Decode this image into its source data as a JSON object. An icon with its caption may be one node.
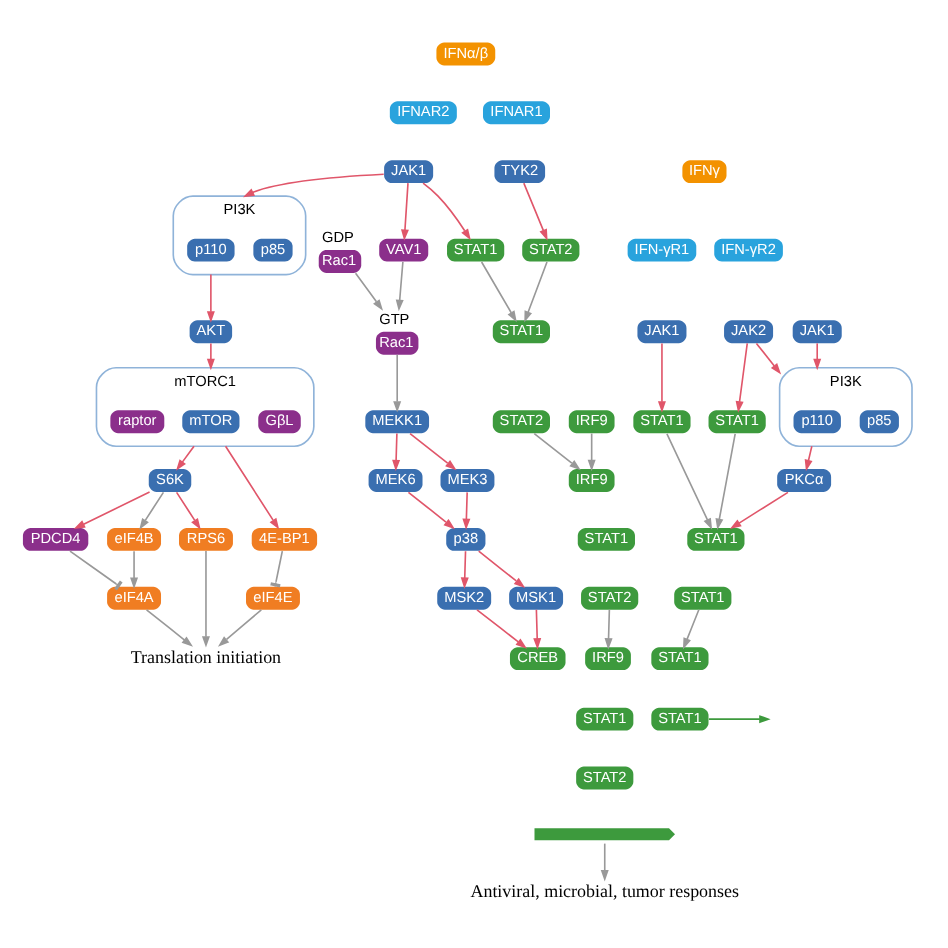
{
  "diagram": {
    "nodes": [
      {
        "text": [
          "IFNα/β"
        ]
      },
      {
        "text": [
          "IFNAR2"
        ]
      },
      {
        "text": [
          "IFNAR1"
        ]
      },
      {
        "text": [
          "IFNγ"
        ]
      },
      {
        "text": [
          "IFN-γR1"
        ]
      },
      {
        "text": [
          "IFN-γR2"
        ]
      },
      {
        "text": [
          "JAK1"
        ]
      },
      {
        "text": [
          "TYK2"
        ]
      },
      {
        "text": [
          "JAK1"
        ]
      },
      {
        "text": [
          "JAK2"
        ]
      },
      {
        "text": [
          "STAT1"
        ]
      },
      {
        "text": [
          "STAT2"
        ]
      },
      {
        "text": [
          "STAT1"
        ]
      },
      {
        "text": [
          "STAT1"
        ]
      },
      {
        "text": [
          "PI3K"
        ]
      },
      {
        "text": [
          "p85"
        ],
        "in": 14
      },
      {
        "text": [
          "p110"
        ],
        "in": 14
      },
      {
        "text": [
          "AKT"
        ]
      },
      {
        "text": [
          "mTORC1"
        ]
      },
      {
        "text": [
          "GβL"
        ],
        "in": 18
      },
      {
        "text": [
          "mTOR"
        ],
        "in": 18
      },
      {
        "text": [
          "raptor"
        ],
        "in": 18
      },
      {
        "text": [
          "VAV1"
        ]
      },
      {
        "text": [
          "STAT1"
        ]
      },
      {
        "text": [
          "STAT2"
        ]
      },
      {
        "text": [
          "IRF9"
        ]
      },
      {
        "text": [
          "JAK1"
        ]
      },
      {
        "text": [
          "PI3K"
        ]
      },
      {
        "text": [
          "p85"
        ],
        "in": 27
      },
      {
        "text": [
          "p110"
        ],
        "in": 27
      },
      {
        "text": [
          "PKCα"
        ]
      },
      {
        "text": [
          "4E-BP1"
        ]
      },
      {
        "text": [
          "S6K"
        ]
      },
      {
        "text": [
          "PDCD4"
        ]
      },
      {
        "text": [
          "eIF4B"
        ]
      },
      {
        "text": [
          "RPS6"
        ]
      },
      {
        "text": [
          "eIF4E"
        ]
      },
      {
        "text": [
          "eIF4A"
        ]
      },
      {
        "text": [
          "Rac1"
        ],
        "beside": [
          "GDP"
        ]
      },
      {
        "text": [
          "Rac1"
        ],
        "beside": [
          "GTP"
        ]
      },
      {
        "text": [
          "MEKK1"
        ]
      },
      {
        "text": [
          "MEK3"
        ]
      },
      {
        "text": [
          "MEK6"
        ]
      },
      {
        "text": [
          "p38"
        ]
      },
      {
        "text": [
          "MSK1"
        ]
      },
      {
        "text": [
          "MSK2"
        ]
      },
      {
        "text": [
          "STAT1"
        ]
      },
      {
        "text": [
          "STAT1"
        ]
      },
      {
        "text": [
          "IRF9"
        ]
      },
      {
        "text": [
          "STAT1"
        ]
      },
      {
        "text": [
          "STAT2"
        ]
      },
      {
        "text": [
          "IRF9"
        ]
      },
      {
        "text": [
          "STAT1"
        ]
      },
      {
        "text": [
          "STAT2"
        ]
      },
      {
        "text": [
          "STAT1"
        ]
      },
      {
        "text": [
          "STAT1"
        ]
      },
      {
        "text": [
          "CREB"
        ]
      },
      {
        "text": [
          "Translation initiation"
        ]
      },
      {
        "text": [
          "Antiviral, microbial, tumor responses"
        ]
      },
      {
        "text": [],
        "shape": "helix"
      }
    ],
    "edges": [
      {
        "from": 6,
        "to": 10,
        "arrow": "to"
      },
      {
        "from": 7,
        "to": 11,
        "arrow": "to"
      },
      {
        "from": 8,
        "to": 12,
        "arrow": "to"
      },
      {
        "from": 9,
        "to": 13,
        "arrow": "to"
      },
      {
        "from": 6,
        "to": 14,
        "arrow": "to"
      },
      {
        "from": 6,
        "to": 22,
        "arrow": "to"
      },
      {
        "from": 14,
        "to": 17,
        "arrow": "to"
      },
      {
        "from": 17,
        "to": 18,
        "arrow": "to"
      },
      {
        "from": 18,
        "to": 31,
        "arrow": "to"
      },
      {
        "from": 18,
        "to": 32,
        "arrow": "to"
      },
      {
        "from": 32,
        "to": 33,
        "arrow": "to"
      },
      {
        "from": 32,
        "to": 34,
        "arrow": "to",
        "color": "#999999"
      },
      {
        "from": 32,
        "to": 35,
        "arrow": "to"
      },
      {
        "from": 31,
        "to": 36,
        "arrow": "other",
        "color": "#999999"
      },
      {
        "from": 33,
        "to": 37,
        "arrow": "other",
        "color": "#999999"
      },
      {
        "from": 34,
        "to": 37,
        "arrow": "to",
        "color": "#999999"
      },
      {
        "from": 36,
        "to": 57,
        "arrow": "to",
        "color": "#999999"
      },
      {
        "from": 37,
        "to": 57,
        "arrow": "to",
        "color": "#999999"
      },
      {
        "from": 35,
        "to": 57,
        "arrow": "to",
        "color": "#999999"
      },
      {
        "from": 22,
        "to": 39,
        "arrow": "to",
        "color": "#999999"
      },
      {
        "from": 38,
        "to": 39,
        "arrow": "to",
        "color": "#999999"
      },
      {
        "from": 39,
        "to": 40,
        "arrow": "to",
        "color": "#999999"
      },
      {
        "from": 40,
        "to": 41,
        "arrow": "to"
      },
      {
        "from": 40,
        "to": 42,
        "arrow": "to"
      },
      {
        "from": 41,
        "to": 43,
        "arrow": "to"
      },
      {
        "from": 42,
        "to": 43,
        "arrow": "to"
      },
      {
        "from": 43,
        "to": 44,
        "arrow": "to"
      },
      {
        "from": 43,
        "to": 45,
        "arrow": "to"
      },
      {
        "from": 44,
        "to": 56,
        "arrow": "to"
      },
      {
        "from": 45,
        "to": 56,
        "arrow": "to"
      },
      {
        "from": 10,
        "to": 23,
        "arrow": "to",
        "color": "#999999"
      },
      {
        "from": 11,
        "to": 23,
        "arrow": "to",
        "color": "#999999"
      },
      {
        "from": 24,
        "to": 48,
        "arrow": "to",
        "color": "#999999"
      },
      {
        "from": 25,
        "to": 48,
        "arrow": "to",
        "color": "#999999"
      },
      {
        "from": 50,
        "to": 51,
        "arrow": "to",
        "color": "#999999"
      },
      {
        "from": 12,
        "to": 46,
        "arrow": "to",
        "color": "#999999"
      },
      {
        "from": 13,
        "to": 46,
        "arrow": "to",
        "color": "#999999"
      },
      {
        "from": 9,
        "to": 27,
        "arrow": "to"
      },
      {
        "from": 26,
        "to": 27,
        "arrow": "to"
      },
      {
        "from": 27,
        "to": 30,
        "arrow": "to"
      },
      {
        "from": 30,
        "to": 46,
        "arrow": "to"
      },
      {
        "from": 47,
        "to": 54,
        "arrow": "to",
        "color": "#999999"
      },
      {
        "from": 55,
        "to": null,
        "arrow": "to",
        "color": "#3d9a3d"
      },
      {
        "from": 59,
        "to": 58,
        "arrow": "to",
        "color": "#999999"
      }
    ]
  }
}
